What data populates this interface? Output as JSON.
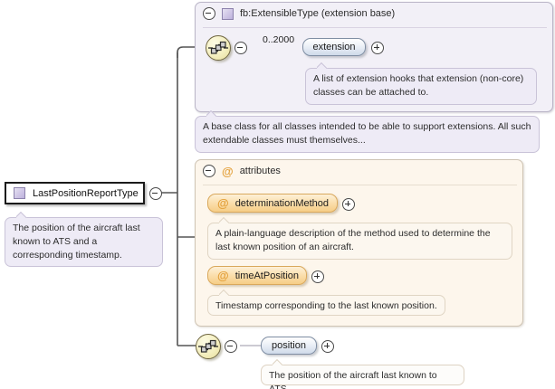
{
  "diagram": {
    "root": {
      "label": "LastPositionReportType",
      "icon": "complextype-swatch-icon",
      "toggle": "collapse-toggle-icon",
      "annotation": "The position of the aircraft last known to ATS and a corresponding timestamp."
    },
    "groups": [
      {
        "id": "extension-base",
        "title": "fb:ExtensibleType (extension base)",
        "icon": "complextype-swatch-icon",
        "toggle": "collapse-toggle-icon",
        "compositor": "sequence-icon",
        "compositor_toggle": "collapse-toggle-icon",
        "children": [
          {
            "name": "extension",
            "kind": "element",
            "occurs": "0..2000",
            "toggle": "expand-toggle-icon",
            "annotation": "A list of extension hooks that extension (non-core) classes can be attached to."
          }
        ],
        "annotation": "A base class for all classes intended to be able to support extensions. All such extendable classes must themselves..."
      },
      {
        "id": "attributes",
        "title": "attributes",
        "icon": "at-sign-icon",
        "toggle": "collapse-toggle-icon",
        "children": [
          {
            "name": "determinationMethod",
            "kind": "attribute",
            "icon": "at-sign-icon",
            "toggle": "expand-toggle-icon",
            "annotation": "A plain-language description of the method used to determine the last known position of an aircraft."
          },
          {
            "name": "timeAtPosition",
            "kind": "attribute",
            "icon": "at-sign-icon",
            "toggle": "expand-toggle-icon",
            "annotation": "Timestamp corresponding to the last known position."
          }
        ]
      }
    ],
    "bottom_branch": {
      "compositor": "sequence-icon",
      "compositor_toggle": "collapse-toggle-icon",
      "element": {
        "name": "position",
        "kind": "element",
        "toggle": "expand-toggle-icon",
        "annotation": "The position of the aircraft last known to ATS."
      }
    },
    "colors": {
      "extension_group_fill": "#f2f0f7",
      "attributes_group_fill": "#fdf6ec",
      "element_pill": "#cfdaea",
      "attribute_pill": "#f6cd86",
      "sequence_icon": "#f4efc0",
      "connector": "#555555",
      "at_sign": "#e3a03a"
    }
  }
}
